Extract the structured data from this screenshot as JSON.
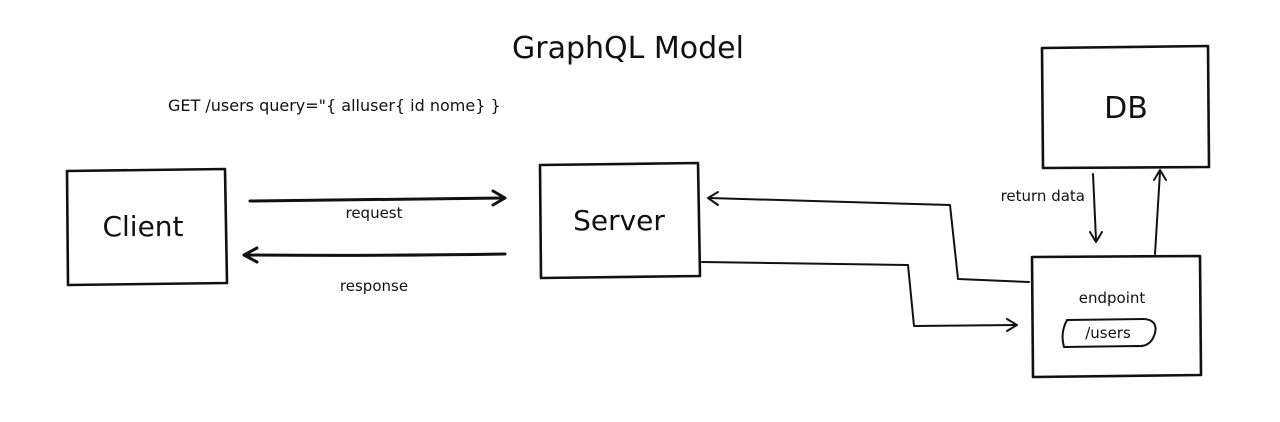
{
  "title": "GraphQL Model",
  "query": "GET  /users query=\"{ alluser{ id nome} }",
  "nodes": {
    "client": "Client",
    "server": "Server",
    "db": "DB",
    "endpoint": "endpoint",
    "endpoint_path": "/users"
  },
  "edges": {
    "request": "request",
    "response": "response",
    "return_data": "return data"
  },
  "colors": {
    "ink": "#111111",
    "paper": "#ffffff"
  }
}
